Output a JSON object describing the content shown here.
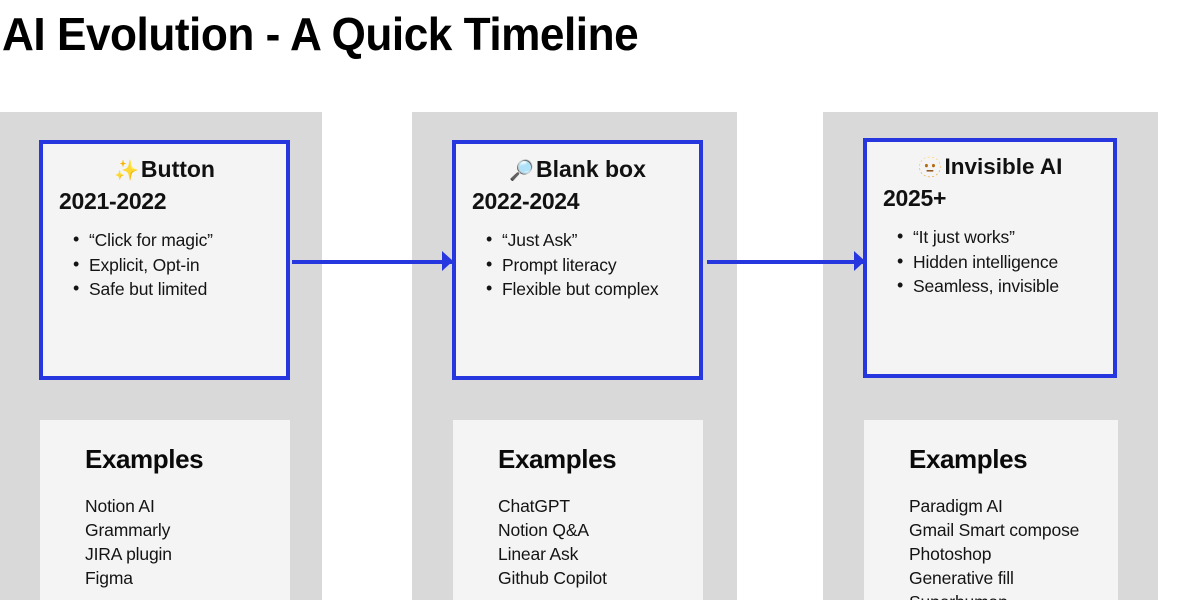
{
  "page": {
    "title": "AI Evolution - A Quick Timeline",
    "accent_color": "#2637e0",
    "band_color": "#d9d9d9",
    "card_bg": "#f4f4f4",
    "background": "#ffffff"
  },
  "stages": [
    {
      "icon": "sparkles-icon",
      "icon_glyph": "✨",
      "name": "Button",
      "years": "2021-2022",
      "bullets": [
        "“Click for magic”",
        "Explicit, Opt-in",
        "Safe but limited"
      ],
      "examples_heading": "Examples",
      "examples": [
        "Notion AI",
        "Grammarly",
        "JIRA plugin",
        "Figma"
      ]
    },
    {
      "icon": "magnifying-glass-icon",
      "icon_glyph": "🔎",
      "name": "Blank box",
      "years": "2022-2024",
      "bullets": [
        "“Just Ask”",
        "Prompt literacy",
        "Flexible but complex"
      ],
      "examples_heading": "Examples",
      "examples": [
        "ChatGPT",
        "Notion Q&A",
        "Linear Ask",
        "Github Copilot"
      ]
    },
    {
      "icon": "dotted-line-face-icon",
      "icon_glyph": "🫥",
      "name": "Invisible AI",
      "years": "2025+",
      "bullets": [
        "“It just works”",
        "Hidden intelligence",
        "Seamless, invisible"
      ],
      "examples_heading": "Examples",
      "examples": [
        "Paradigm AI",
        "Gmail Smart compose",
        "Photoshop",
        "Generative fill",
        "Superhuman"
      ]
    }
  ],
  "connectors": [
    {
      "name": "arrow-stage1-to-stage2"
    },
    {
      "name": "arrow-stage2-to-stage3"
    }
  ]
}
